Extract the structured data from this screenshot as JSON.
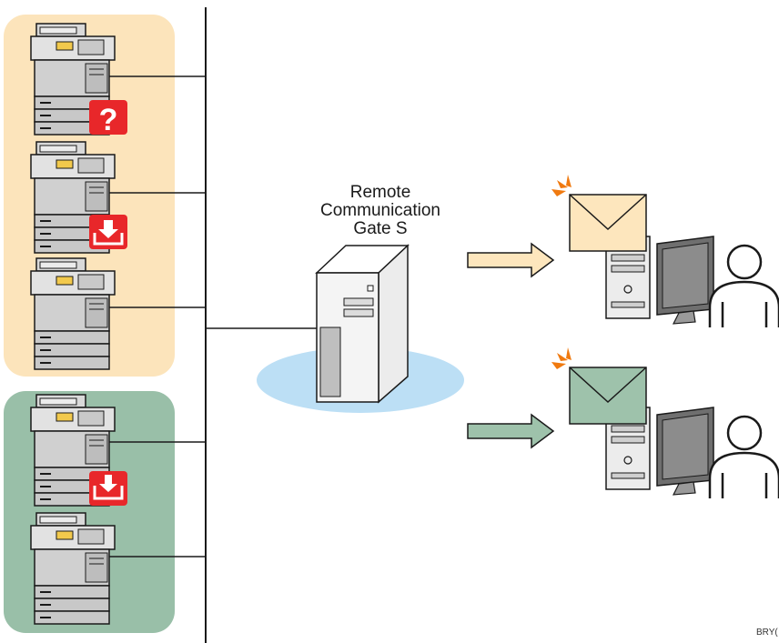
{
  "server": {
    "title_line1": "Remote",
    "title_line2": "Communication",
    "title_line3": "Gate S"
  },
  "figure_code": "BRY(",
  "colors": {
    "group_a_bg": "#fce4bb",
    "group_b_bg": "#99bfa8",
    "arrow_a": "#fde6bd",
    "arrow_b": "#9ec2ab",
    "envelope_a": "#fde6bd",
    "envelope_b": "#9ec2ab",
    "badge_red": "#e8272a",
    "ellipse_blue": "#bcdff5",
    "spark_orange": "#f07a10"
  },
  "devices": [
    {
      "group": "a",
      "badge": "question-badge-icon"
    },
    {
      "group": "a",
      "badge": "download-badge-icon"
    },
    {
      "group": "a",
      "badge": ""
    },
    {
      "group": "b",
      "badge": "tray-download-badge-icon"
    },
    {
      "group": "b",
      "badge": ""
    }
  ],
  "notifications": [
    {
      "color": "envelope_a",
      "icon": "mail-envelope-icon"
    },
    {
      "color": "envelope_b",
      "icon": "mail-envelope-icon"
    }
  ]
}
